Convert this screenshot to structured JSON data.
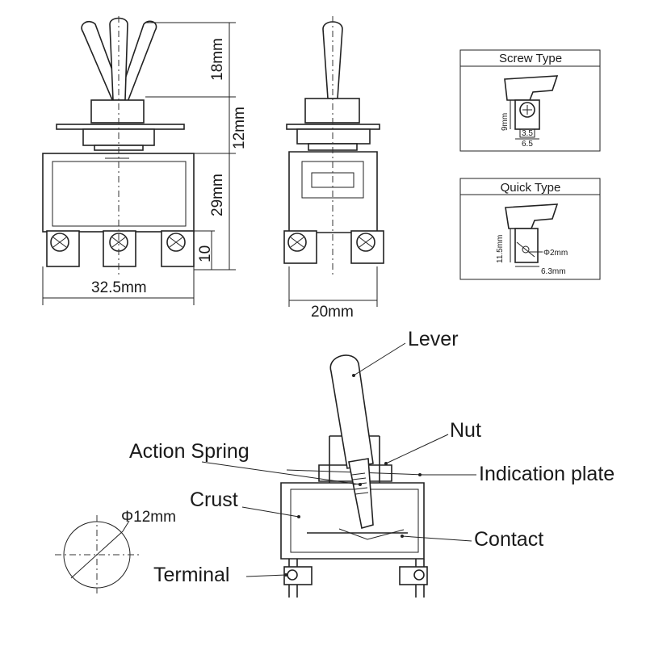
{
  "dimensions": {
    "lever_height": "18mm",
    "bushing_height": "12mm",
    "body_height": "29mm",
    "terminal_height": "10",
    "body_width": "32.5mm",
    "body_depth": "20mm",
    "panel_hole": "Φ12mm"
  },
  "insets": {
    "screw": {
      "title": "Screw Type",
      "height": "9mm",
      "inner_width": "3.5",
      "outer_width": "6.5"
    },
    "quick": {
      "title": "Quick Type",
      "height": "11.5mm",
      "hole": "Φ2mm",
      "width": "6.3mm"
    }
  },
  "parts": {
    "lever": "Lever",
    "nut": "Nut",
    "action_spring": "Action Spring",
    "indication_plate": "Indication plate",
    "crust": "Crust",
    "contact": "Contact",
    "terminal": "Terminal"
  }
}
